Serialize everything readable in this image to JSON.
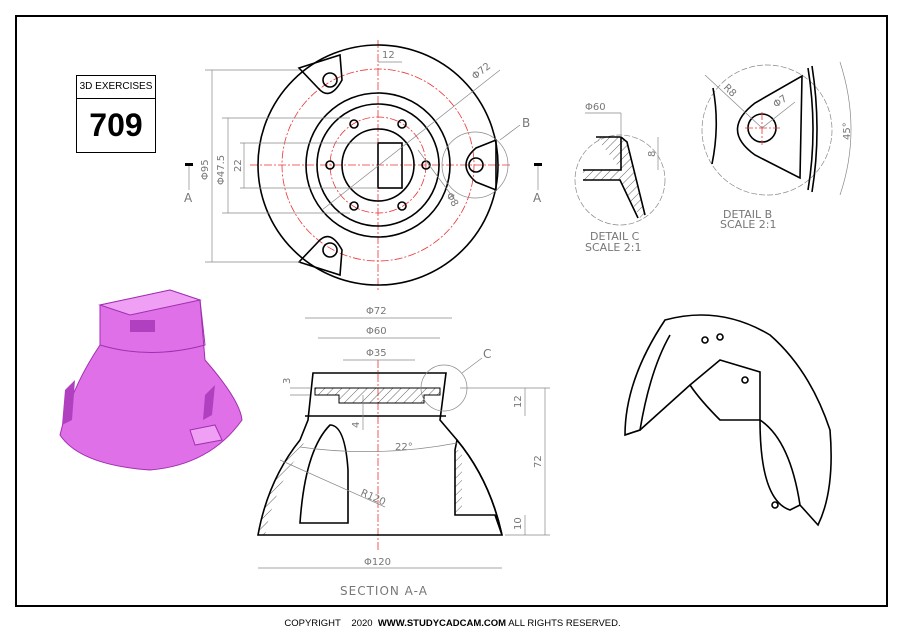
{
  "badge": {
    "header": "3D EXERCISES",
    "number": "709"
  },
  "footer": {
    "copyright": "COPYRIGHT",
    "year": "2020",
    "site": "WWW.STUDYCADCAM.COM",
    "rights": "ALL RIGHTS RESERVED."
  },
  "top_view": {
    "dims": {
      "width12": "12",
      "dia72": "Φ72",
      "dia95": "Φ95",
      "dia47_5": "Φ47.5",
      "h22": "22",
      "dia8": "Φ8"
    },
    "section_marker": "A",
    "detail_callout": "B"
  },
  "detail_c": {
    "dia": "Φ60",
    "h": "8",
    "title": "DETAIL C",
    "scale": "SCALE 2:1"
  },
  "detail_b": {
    "radius": "R8",
    "dia": "Φ7",
    "angle": "45°",
    "title": "DETAIL B",
    "scale": "SCALE 2:1"
  },
  "section": {
    "dims": {
      "dia72": "Φ72",
      "dia60": "Φ60",
      "dia35": "Φ35",
      "h3": "3",
      "h4": "4",
      "h12": "12",
      "h72": "72",
      "h10": "10",
      "angle": "22°",
      "radius": "R120",
      "dia120": "Φ120"
    },
    "detail_callout": "C",
    "title": "SECTION A-A"
  },
  "colors": {
    "model": "#e070e8",
    "model_dark": "#b040c0",
    "centerline": "#ee3333"
  }
}
